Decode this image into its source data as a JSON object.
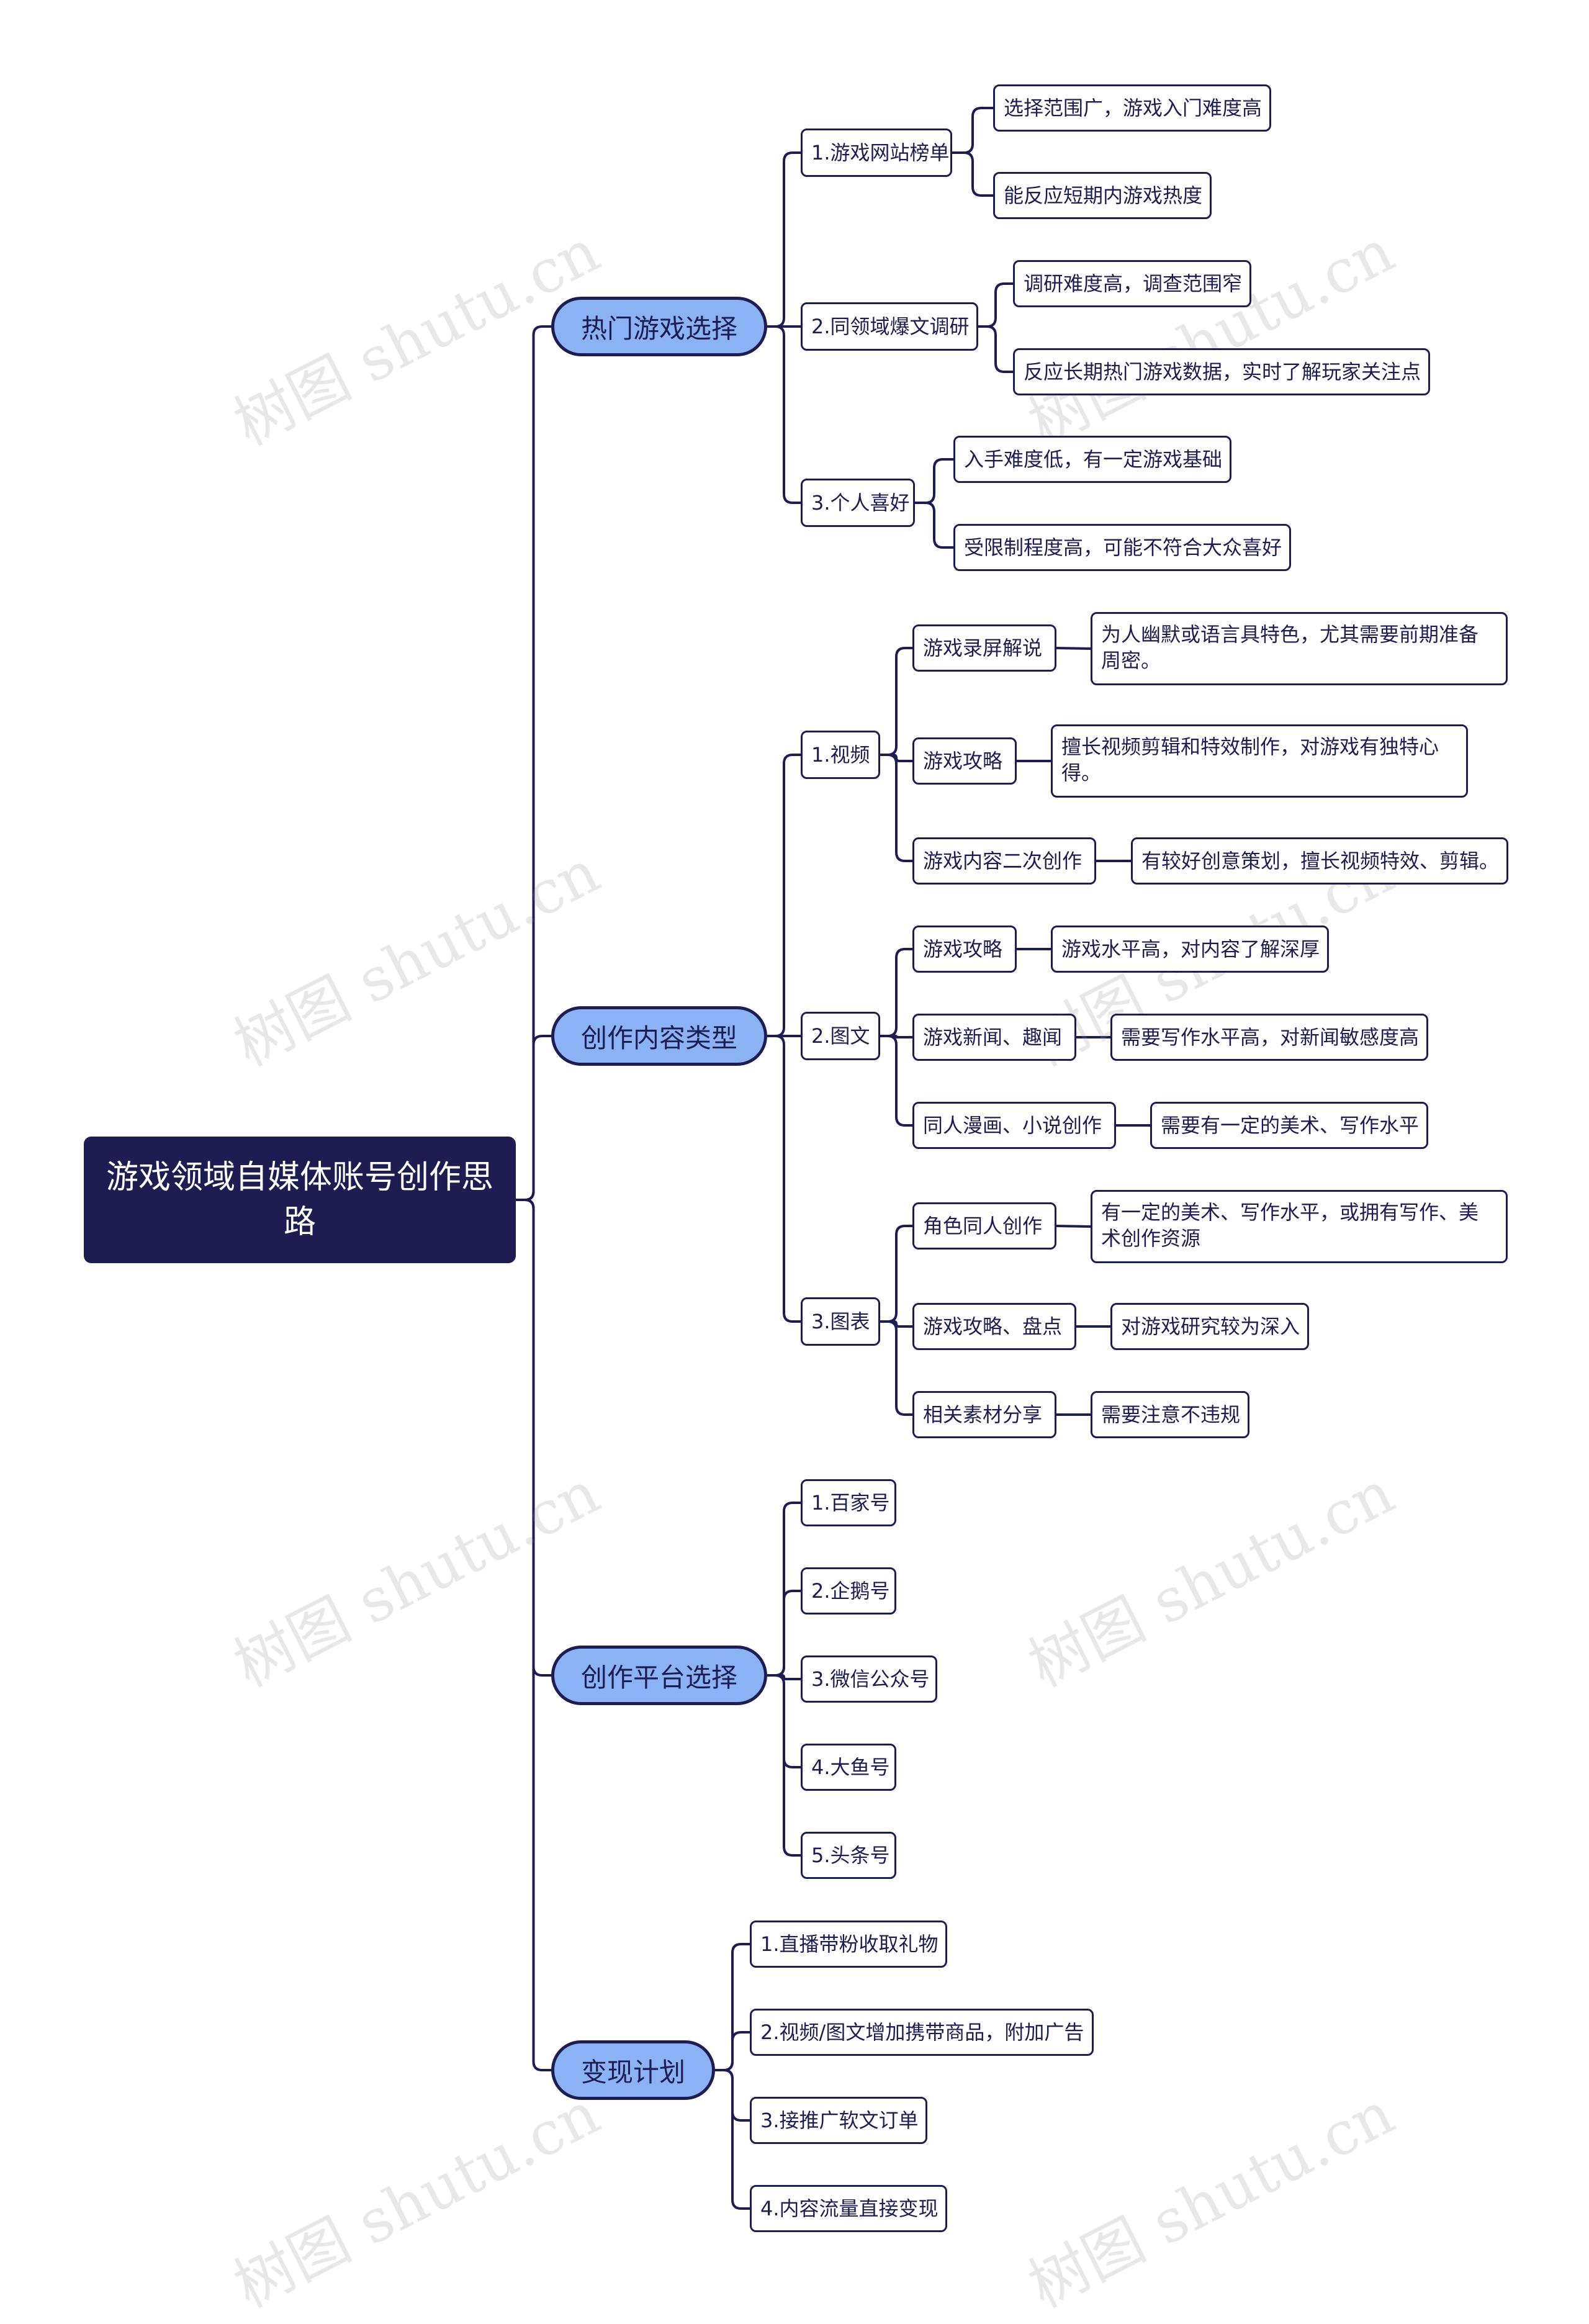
{
  "root": {
    "title": "游戏领域自媒体账号创作思路"
  },
  "watermark": "树图 shutu.cn",
  "colors": {
    "dark": "#1e1d52",
    "main_fill": "#8ab2f5",
    "leaf_fill": "#ffffff"
  },
  "branches": [
    {
      "label": "热门游戏选择",
      "children": [
        {
          "label": "1.游戏网站榜单",
          "children": [
            {
              "label": "选择范围广，游戏入门难度高"
            },
            {
              "label": "能反应短期内游戏热度"
            }
          ]
        },
        {
          "label": "2.同领域爆文调研",
          "children": [
            {
              "label": "调研难度高，调查范围窄"
            },
            {
              "label": "反应长期热门游戏数据，实时了解玩家关注点"
            }
          ]
        },
        {
          "label": "3.个人喜好",
          "children": [
            {
              "label": "入手难度低，有一定游戏基础"
            },
            {
              "label": "受限制程度高，可能不符合大众喜好"
            }
          ]
        }
      ]
    },
    {
      "label": "创作内容类型",
      "children": [
        {
          "label": "1.视频",
          "children": [
            {
              "label": "游戏录屏解说",
              "children": [
                {
                  "label": "为人幽默或语言具特色，尤其需要前期准备周密。"
                }
              ]
            },
            {
              "label": "游戏攻略",
              "children": [
                {
                  "label": "擅长视频剪辑和特效制作，对游戏有独特心得。"
                }
              ]
            },
            {
              "label": "游戏内容二次创作",
              "children": [
                {
                  "label": "有较好创意策划，擅长视频特效、剪辑。"
                }
              ]
            }
          ]
        },
        {
          "label": "2.图文",
          "children": [
            {
              "label": "游戏攻略",
              "children": [
                {
                  "label": "游戏水平高，对内容了解深厚"
                }
              ]
            },
            {
              "label": "游戏新闻、趣闻",
              "children": [
                {
                  "label": "需要写作水平高，对新闻敏感度高"
                }
              ]
            },
            {
              "label": "同人漫画、小说创作",
              "children": [
                {
                  "label": "需要有一定的美术、写作水平"
                }
              ]
            }
          ]
        },
        {
          "label": "3.图表",
          "children": [
            {
              "label": "角色同人创作",
              "children": [
                {
                  "label": "有一定的美术、写作水平，或拥有写作、美术创作资源"
                }
              ]
            },
            {
              "label": "游戏攻略、盘点",
              "children": [
                {
                  "label": "对游戏研究较为深入"
                }
              ]
            },
            {
              "label": "相关素材分享",
              "children": [
                {
                  "label": "需要注意不违规"
                }
              ]
            }
          ]
        }
      ]
    },
    {
      "label": "创作平台选择",
      "children": [
        {
          "label": "1.百家号"
        },
        {
          "label": "2.企鹅号"
        },
        {
          "label": "3.微信公众号"
        },
        {
          "label": "4.大鱼号"
        },
        {
          "label": "5.头条号"
        }
      ]
    },
    {
      "label": "变现计划",
      "children": [
        {
          "label": "1.直播带粉收取礼物"
        },
        {
          "label": "2.视频/图文增加携带商品，附加广告"
        },
        {
          "label": "3.接推广软文订单"
        },
        {
          "label": "4.内容流量直接变现"
        }
      ]
    }
  ]
}
